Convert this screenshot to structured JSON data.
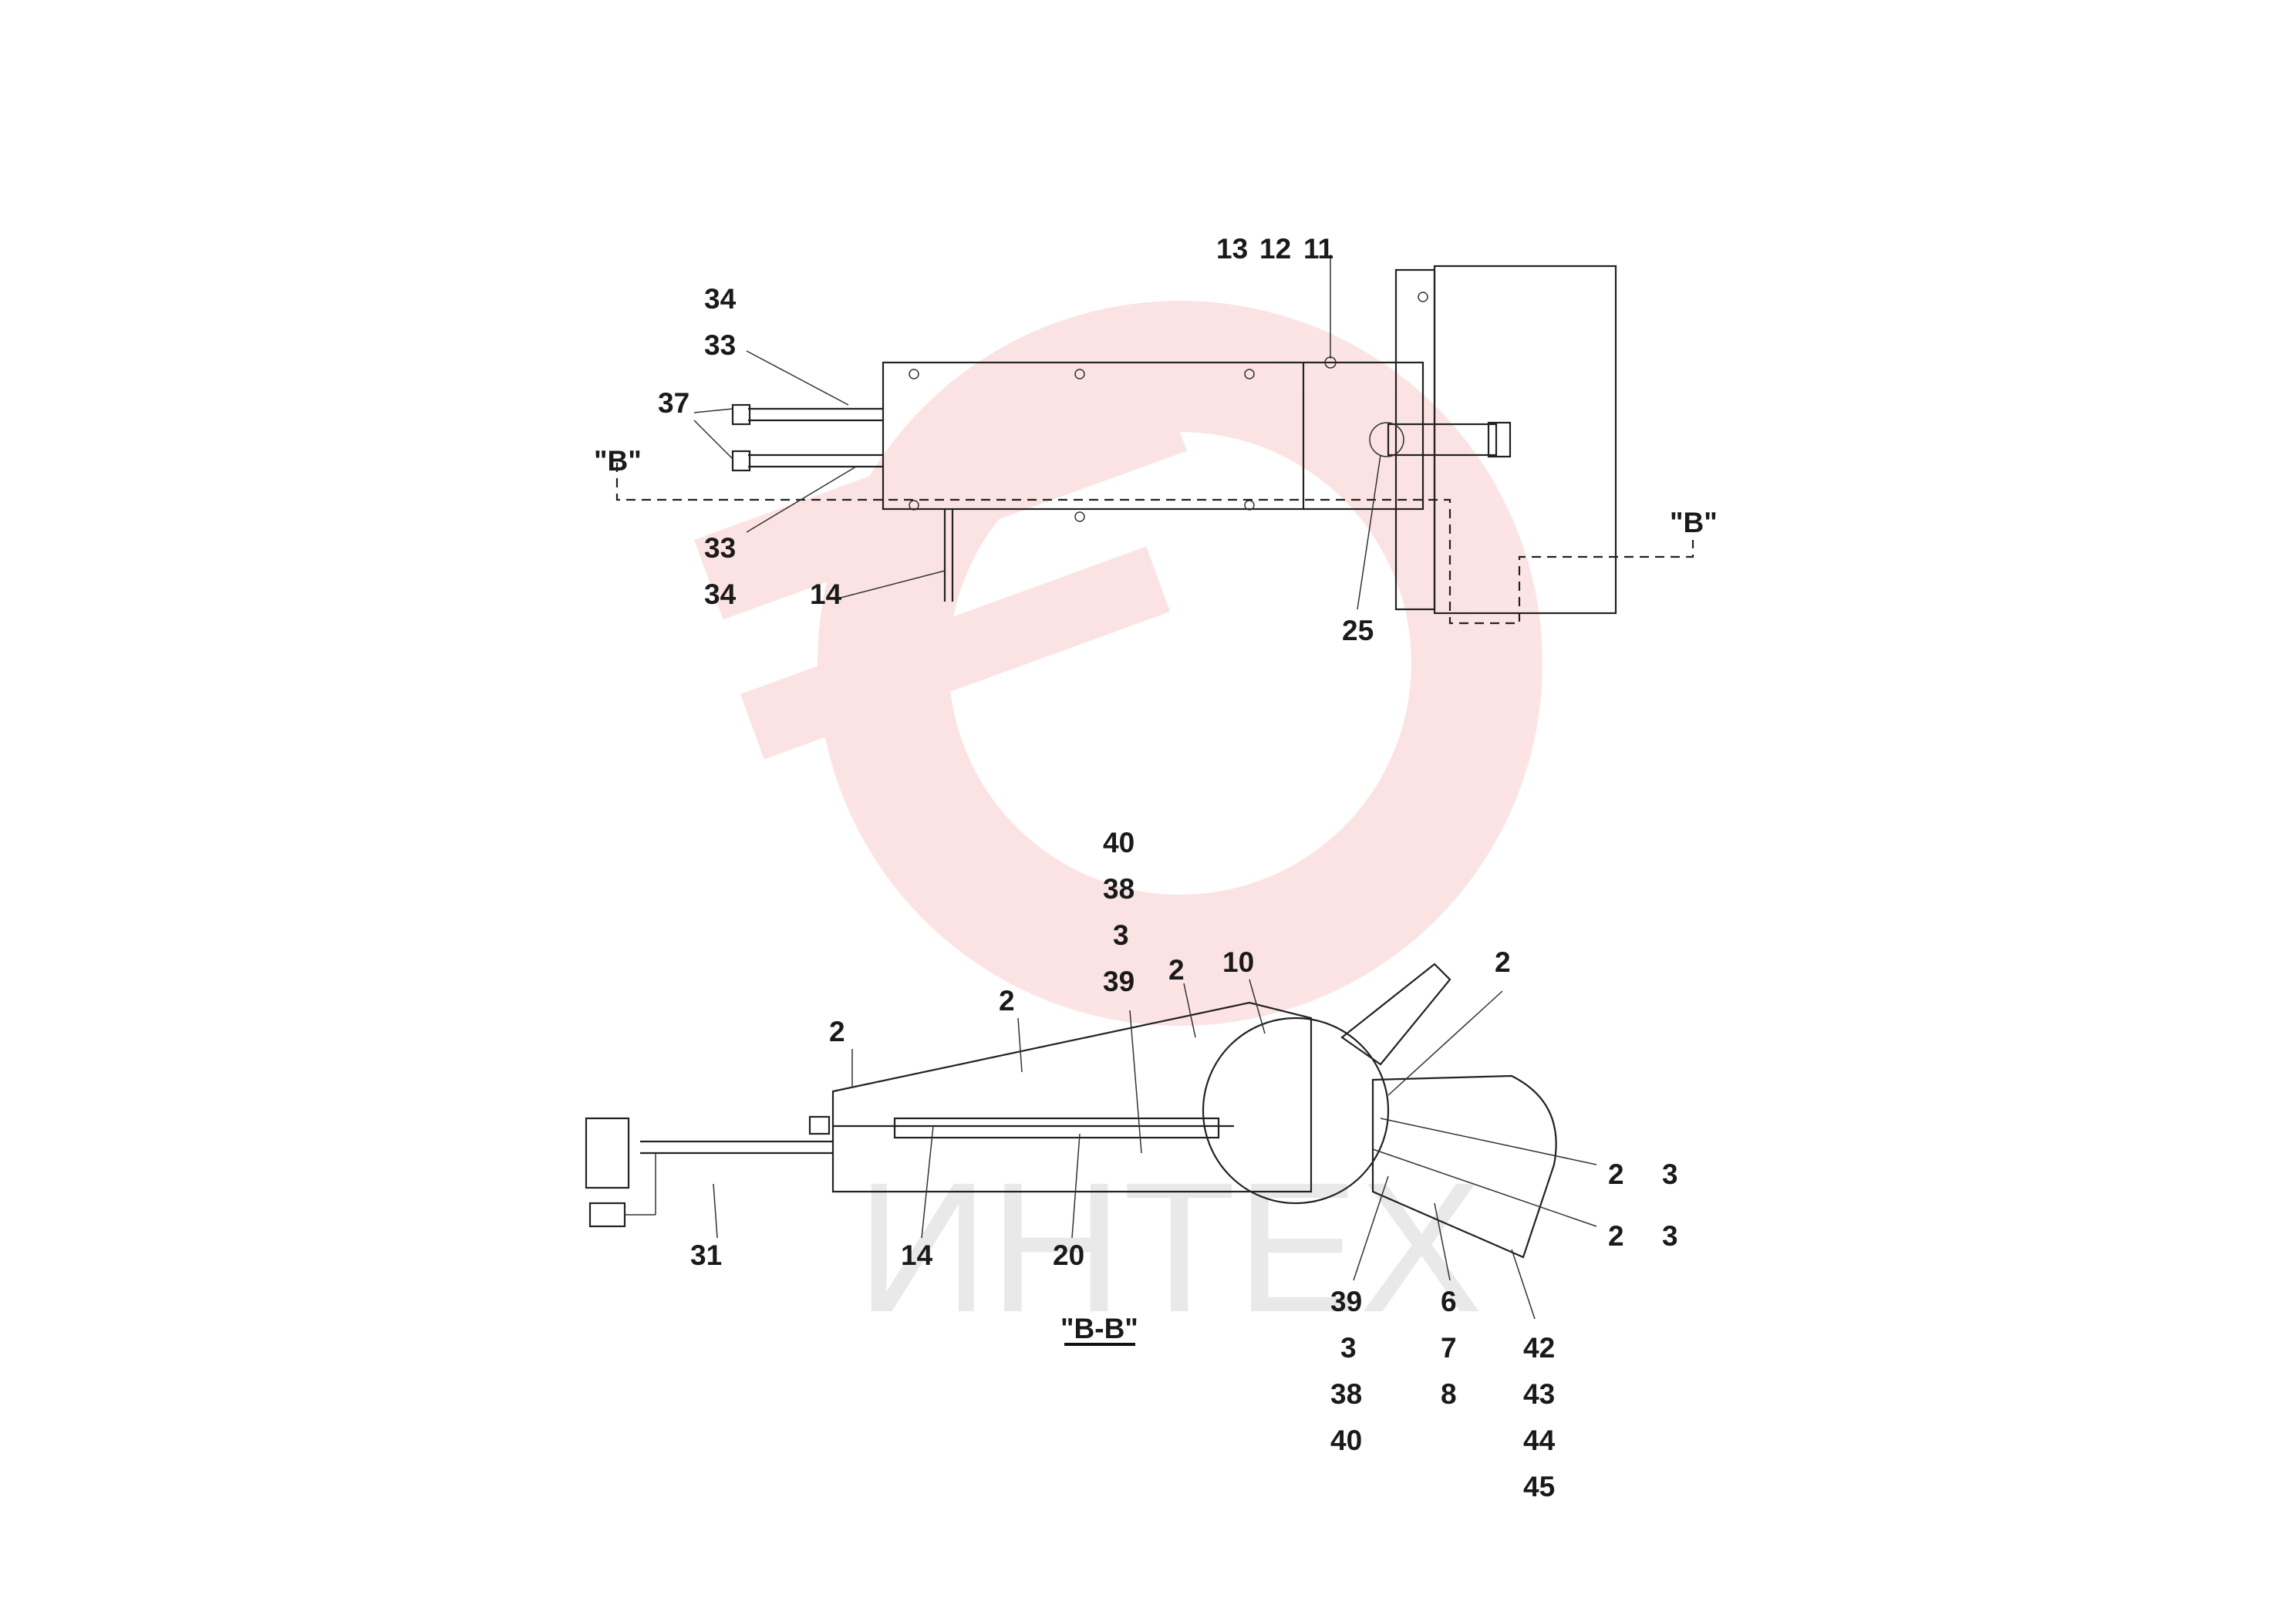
{
  "watermark": {
    "text": "ИНТЕХ",
    "color": "#f2a0a0"
  },
  "section_title": "\"B-B\"",
  "section_marks": {
    "left": "\"B\"",
    "right": "\"B\""
  },
  "top_view_labels": {
    "l13": "13",
    "l12": "12",
    "l11": "11",
    "l34a": "34",
    "l33a": "33",
    "l37": "37",
    "l33b": "33",
    "l34b": "34",
    "l14": "14",
    "l25": "25"
  },
  "section_view_labels": {
    "l40a": "40",
    "l38a": "38",
    "l3a": "3",
    "l39a": "39",
    "l2a": "2",
    "l10": "10",
    "l2b": "2",
    "l2c": "2",
    "l2d": "2",
    "l2e": "2",
    "l3b": "3",
    "l2f": "2",
    "l3c": "3",
    "l31": "31",
    "l14": "14",
    "l20": "20",
    "l39b": "39",
    "l3d": "3",
    "l38b": "38",
    "l40b": "40",
    "l6": "6",
    "l7": "7",
    "l8": "8",
    "l42": "42",
    "l43": "43",
    "l44": "44",
    "l45": "45"
  }
}
